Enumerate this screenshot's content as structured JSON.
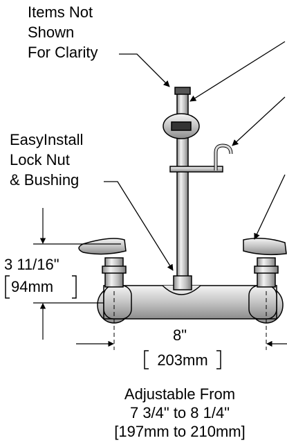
{
  "labels": {
    "items_not_shown": [
      "Items Not",
      "Shown",
      "For Clarity"
    ],
    "easyinstall": [
      "EasyInstall",
      "Lock Nut",
      "& Bushing"
    ],
    "height_in": "3 11/16\"",
    "height_mm": "94mm",
    "width_in": "8\"",
    "width_mm": "203mm",
    "adjustable": [
      "Adjustable From",
      "7 3/4\" to 8 1/4\"",
      "[197mm to 210mm]"
    ]
  }
}
